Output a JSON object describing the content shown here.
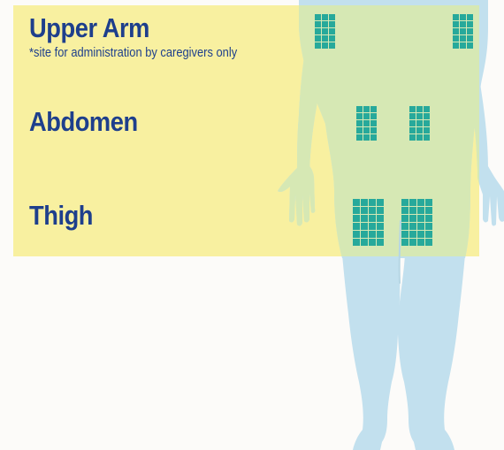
{
  "sites": [
    {
      "label": "Upper Arm",
      "note": "*site for administration by caregivers only"
    },
    {
      "label": "Abdomen"
    },
    {
      "label": "Thigh"
    }
  ],
  "colors": {
    "background": "#fcfbf9",
    "highlight": "#f8f0a0",
    "body": "#c2e0ee",
    "body_over_highlight": "#d6e8b4",
    "site_grid": "#27a99b",
    "text": "#1e3f8c"
  }
}
